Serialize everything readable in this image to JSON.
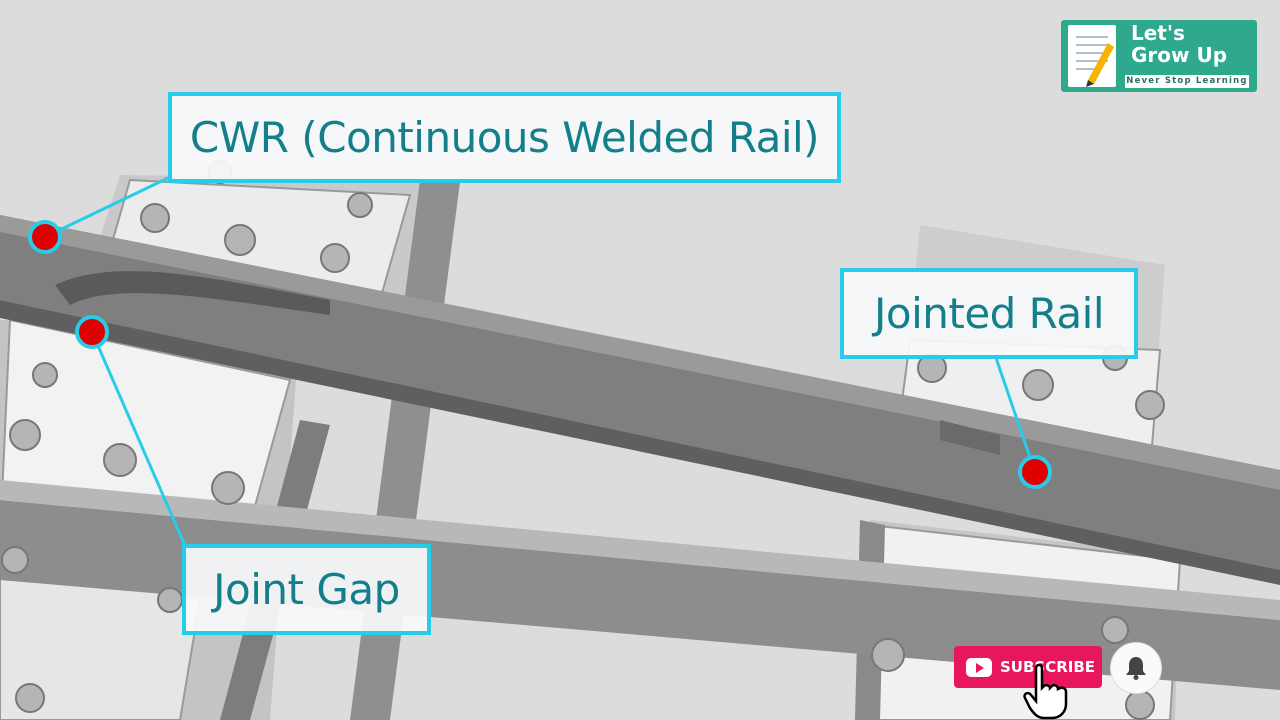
{
  "labels": {
    "cwr": "CWR (Continuous Welded Rail)",
    "jointed_rail": "Jointed Rail",
    "joint_gap": "Joint Gap"
  },
  "logo": {
    "title_line1": "Let's",
    "title_line2": "Grow Up",
    "tagline": "Never Stop Learning"
  },
  "subscribe": {
    "label": "SUBSCRIBE"
  },
  "icons": [
    "logo-notebook-icon",
    "pencil-icon",
    "play-icon",
    "hand-cursor-icon",
    "bell-icon"
  ],
  "colors": {
    "callout_border": "#27cde8",
    "callout_text": "#127f8a",
    "marker": "#e00000",
    "logo_bg": "#2ea98e",
    "subscribe_bg": "#e8175d"
  }
}
